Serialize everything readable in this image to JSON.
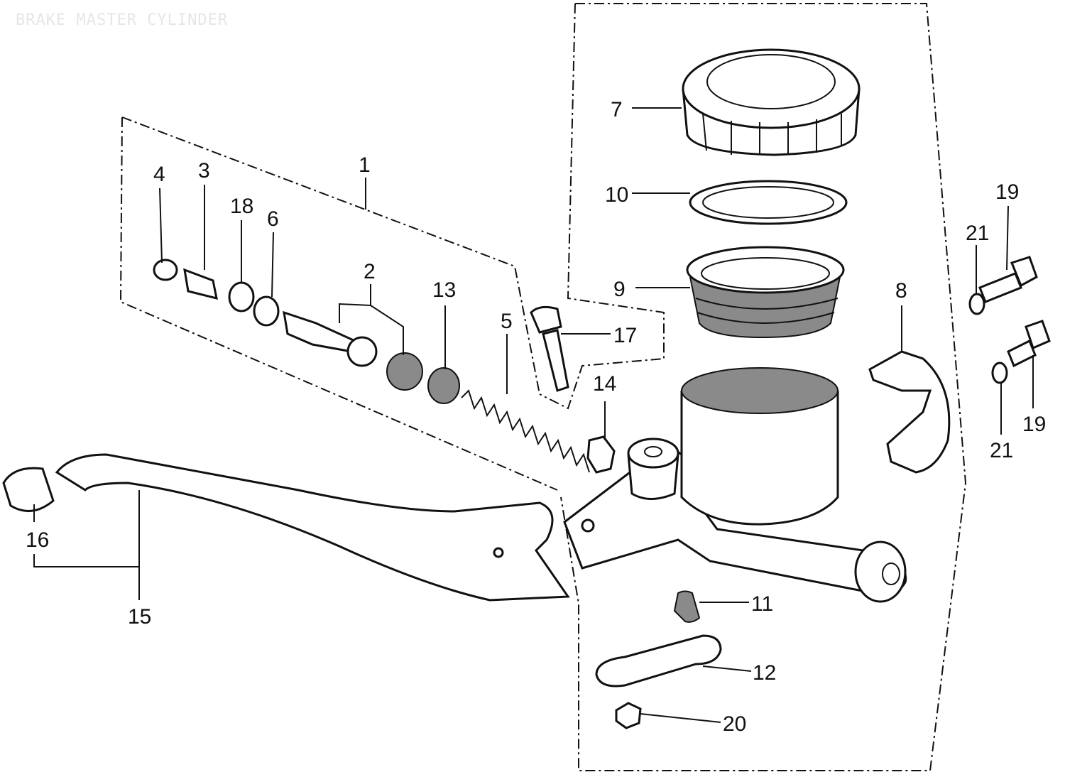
{
  "title": "BRAKE MASTER CYLINDER",
  "callouts": {
    "p1": "1",
    "p2": "2",
    "p3": "3",
    "p4": "4",
    "p5": "5",
    "p6": "6",
    "p7": "7",
    "p8": "8",
    "p9": "9",
    "p10": "10",
    "p11": "11",
    "p12": "12",
    "p13": "13",
    "p14": "14",
    "p15": "15",
    "p16": "16",
    "p17": "17",
    "p18": "18",
    "p19a": "19",
    "p19b": "19",
    "p20": "20",
    "p21a": "21",
    "p21b": "21"
  }
}
